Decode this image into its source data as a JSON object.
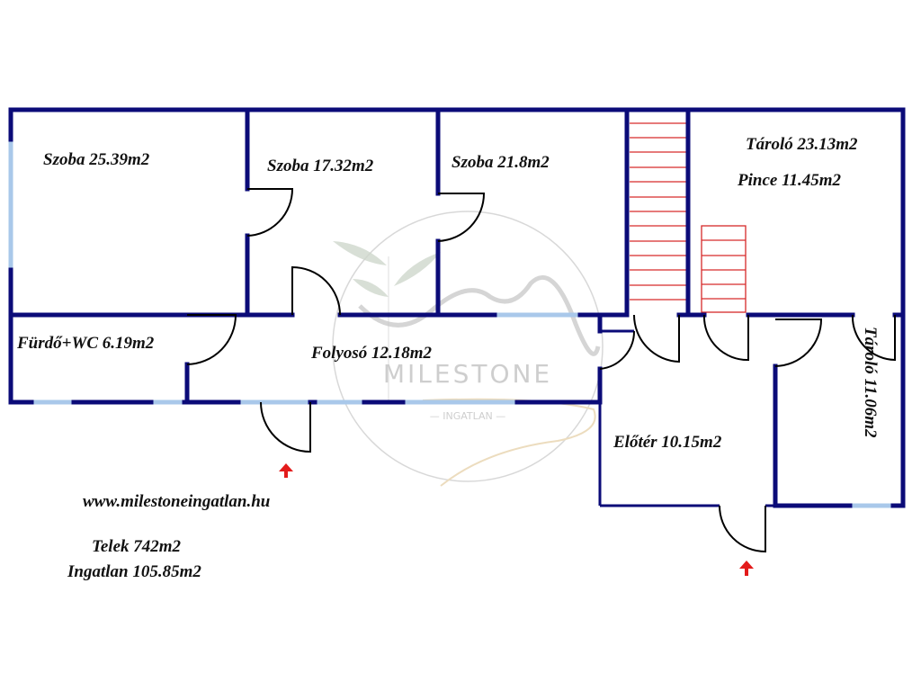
{
  "plan": {
    "rooms": [
      {
        "id": "szoba-1",
        "label": "Szoba 25.39m2"
      },
      {
        "id": "szoba-2",
        "label": "Szoba 17.32m2"
      },
      {
        "id": "szoba-3",
        "label": "Szoba 21.8m2"
      },
      {
        "id": "tarolo-1",
        "label": "Tároló 23.13m2"
      },
      {
        "id": "pince",
        "label": "Pince 11.45m2"
      },
      {
        "id": "furdo",
        "label": "Fürdő+WC 6.19m2"
      },
      {
        "id": "folyoso",
        "label": "Folyosó 12.18m2"
      },
      {
        "id": "eloter",
        "label": "Előtér 10.15m2"
      },
      {
        "id": "tarolo-2",
        "label": "Tároló 11.06m2"
      }
    ],
    "entrances": 2
  },
  "info": {
    "website": "www.milestoneingatlan.hu",
    "plot": "Telek 742m2",
    "property": "Ingatlan 105.85m2"
  },
  "watermark": {
    "brand": "MILESTONE",
    "sub": "— INGATLAN —"
  },
  "colors": {
    "wall": "#0b0b78",
    "window": "#a9c8ea",
    "stair": "#d62a2a",
    "entrance_arrow": "#e31b1b"
  }
}
